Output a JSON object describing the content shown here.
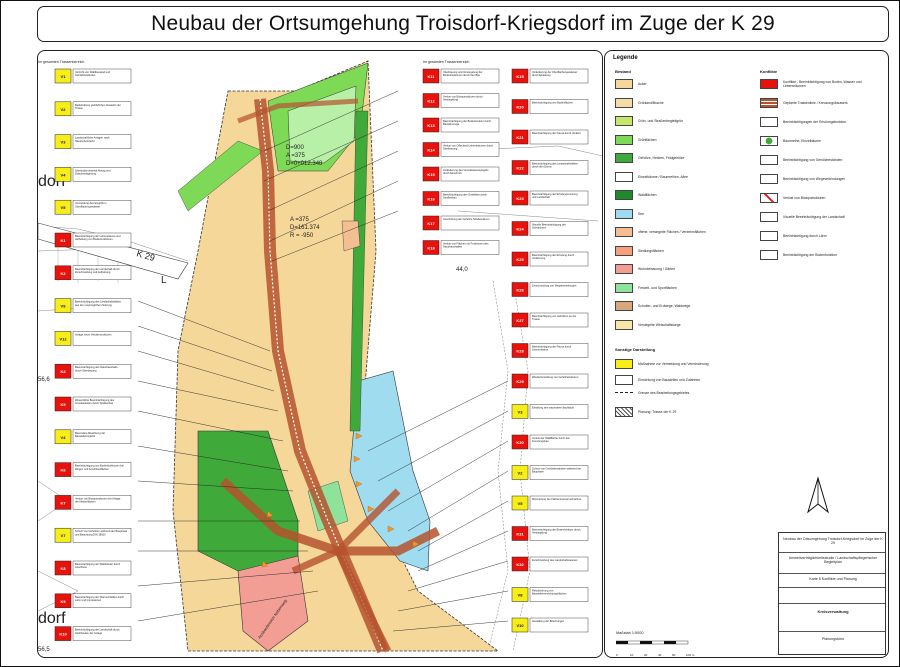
{
  "title": "Neubau der Ortsumgehung Troisdorf-Kriegsdorf im Zuge der K 29",
  "map": {
    "left_column_header": "Im gesamten Trassenbereich",
    "middle_column_header": "Im gesamten Trassenbereich",
    "curve_upper": [
      "D=900",
      "A =375",
      "D=0+012.348"
    ],
    "curve_lower": [
      "A =375",
      "D=161.374",
      "R = -950"
    ],
    "road_k29": "K 29",
    "place_dorf": "dorf",
    "place_left_dorf": "dorf",
    "elev_1": "56,6",
    "elev_2": "56,5",
    "elev_3": "44,0",
    "letter_l": "L",
    "left_boxes": [
      {
        "code": "V1",
        "kind": "v",
        "text": "Verzicht von Waldbestand und Gehölzbeständen"
      },
      {
        "code": "V2",
        "kind": "v",
        "text": "Beibehaltung gehölzlichen Zuwachs der Trasse"
      },
      {
        "code": "V3",
        "kind": "v",
        "text": "Landschaftliche Anlagen nach Naturschutzrecht"
      },
      {
        "code": "V4",
        "kind": "v",
        "text": "Oberbodenmaterial Abtrag und Zwischenlagerung"
      },
      {
        "code": "V5",
        "kind": "v",
        "text": "Vermeidung des Eingriffs in Oberflächengewässer"
      },
      {
        "code": "K1",
        "kind": "k",
        "text": "Beeinträchtigung der Lebensräume und Aufhebung von Bodenfunktionen"
      },
      {
        "code": "K2",
        "kind": "k",
        "text": "Beeinträchtigung der Landschaft durch Zerschneidung und Aufhebung"
      },
      {
        "code": "V9",
        "kind": "v",
        "text": "Beeinträchtigung des Landschaftsbildes aus der ursprünglichen Nutzung"
      },
      {
        "code": "V12",
        "kind": "v",
        "text": "Anlage neuer Heckenstrukturen"
      },
      {
        "code": "K4",
        "kind": "k",
        "text": "Beeinträchtigung des Naturhaushalts durch Überbauung"
      },
      {
        "code": "K5",
        "kind": "k",
        "text": "Wesentliche Beeinträchtigung des Grundwassers durch Straßenbau"
      },
      {
        "code": "V4",
        "kind": "v",
        "text": "Besondere Beachtung der Baustellenlogistik"
      },
      {
        "code": "K6",
        "kind": "k",
        "text": "Beeinträchtigung von Bodenfunktionen bei Wegen und Anschlussflächen"
      },
      {
        "code": "K7",
        "kind": "k",
        "text": "Verlust von Biotopstrukturen bei Anlage der Nebenflächen"
      },
      {
        "code": "V7",
        "kind": "v",
        "text": "Schutz von Gehölzen während der Bauphase und Beachtung DIN 18920"
      },
      {
        "code": "K8",
        "kind": "k",
        "text": "Beeinträchtigung der Waldränder durch Anschluss"
      },
      {
        "code": "K9",
        "kind": "k",
        "text": "Beeinträchtigung der Wohnumfeldes durch Lärm und Immissionen"
      },
      {
        "code": "K10",
        "kind": "k",
        "text": "Beeinträchtigung der Landschaft durch Hochbauten der Anlage"
      }
    ],
    "middle_boxes": [
      {
        "code": "K11",
        "kind": "k",
        "text": "Überbauung und Versiegelung der Bodenfunktionen durch den Bau"
      },
      {
        "code": "K12",
        "kind": "k",
        "text": "Verlust von Biotopstrukturen durch Versiegelung"
      },
      {
        "code": "K13",
        "kind": "k",
        "text": "Beeinträchtigung der Bodenstruktur durch Baufahrzeuge"
      },
      {
        "code": "K14",
        "kind": "k",
        "text": "Verlust von Offenland-Lebensräumen durch Überbauung"
      },
      {
        "code": "K15",
        "kind": "k",
        "text": "Veränderung des Grundwasserspiegels durch Einschnitt"
      },
      {
        "code": "K16",
        "kind": "k",
        "text": "Beeinträchtigung des Ortsbildes durch Straßenbau"
      },
      {
        "code": "K17",
        "kind": "k",
        "text": "Anschüttung der Gehölze Straßendamm"
      },
      {
        "code": "K18",
        "kind": "k",
        "text": "Verlust von Flächen mit Funktionen des Naturhaushaltes"
      }
    ],
    "right_boxes": [
      {
        "code": "K19",
        "kind": "k",
        "text": "Veränderung der Oberflächengewässer durch Einleitung"
      },
      {
        "code": "K20",
        "kind": "k",
        "text": "Beeinträchtigung von Bodenflächen"
      },
      {
        "code": "K21",
        "kind": "k",
        "text": "Beeinträchtigung der Fauna durch Verkehr"
      },
      {
        "code": "K22",
        "kind": "k",
        "text": "Beeinträchtigung des Landschaftsbildes durch den Damm"
      },
      {
        "code": "K23",
        "kind": "k",
        "text": "Beeinträchtigung der Erholungsnutzung und Landschaft"
      },
      {
        "code": "K24",
        "kind": "k",
        "text": "Visuelle Beeinträchtigung der Sichtachsen"
      },
      {
        "code": "K25",
        "kind": "k",
        "text": "Beeinträchtigung der Erholung durch Verlärmung"
      },
      {
        "code": "K26",
        "kind": "k",
        "text": "Zerschneidung von Wegebeziehungen"
      },
      {
        "code": "K27",
        "kind": "k",
        "text": "Beeinträchtigung von Gehölzen an der Trasse"
      },
      {
        "code": "K28",
        "kind": "k",
        "text": "Beeinträchtigung der Fauna durch Lärmemission"
      },
      {
        "code": "K29",
        "kind": "k",
        "text": "Wiederherstellung von Gehölzstrukturen"
      },
      {
        "code": "V3",
        "kind": "v",
        "text": "Erhaltung des naturnahen Bachlaufs"
      },
      {
        "code": "K30",
        "kind": "k",
        "text": "Verlust der Waldfläche durch den Kreuzungsbau"
      },
      {
        "code": "V2",
        "kind": "v",
        "text": "Schutz von Gehölzbeständen während der Bauphase"
      },
      {
        "code": "V5",
        "kind": "v",
        "text": "Minimierung der Flächeninanspruchnahme"
      },
      {
        "code": "K31",
        "kind": "k",
        "text": "Beeinträchtigung der Bodenfunktion durch Versiegelung"
      },
      {
        "code": "K32",
        "kind": "k",
        "text": "Zerschneidung des Landschaftsraumes"
      },
      {
        "code": "V8",
        "kind": "v",
        "text": "Rekultivierung von Baustelleneinrichtungsflächen"
      },
      {
        "code": "V10",
        "kind": "v",
        "text": "Gestaltung der Böschungen"
      }
    ],
    "label_rectangle": "Ausbaubereich Nebenweg"
  },
  "legend": {
    "title": "Legende",
    "section_bestand": "Bestand",
    "section_konflikte": "Konflikte",
    "section_sonstige": "Sonstige Darstellung",
    "bestand_items": [
      {
        "color": "#f6d79a",
        "label": "Acker"
      },
      {
        "color": "#f4dca8",
        "label": "Grünland/Brache"
      },
      {
        "color": "#c4e86a",
        "label": "Grün- und Straßenbegleitgrün"
      },
      {
        "color": "#7ed957",
        "label": "Grünflächen"
      },
      {
        "color": "#3faa3a",
        "label": "Gehölze, Hecken, Feldgehölze"
      },
      {
        "color": "#ffffff",
        "label": "Einzelbäume / Baumreihen, Allee"
      },
      {
        "color": "#1e8a2c",
        "label": "Waldflächen"
      },
      {
        "color": "#9fdcef",
        "label": "See"
      },
      {
        "color": "#f4be93",
        "label": "offene, versiegelte Flächen / Verkehrsflächen"
      },
      {
        "color": "#f7a07e",
        "label": "Siedlungsflächen"
      },
      {
        "color": "#f39e94",
        "label": "Wohnbebauung / Gärten"
      },
      {
        "color": "#8fe29a",
        "label": "Freizeit- und Sportflächen"
      },
      {
        "color": "#d6a87c",
        "label": "Schotter- und Erdwege, Waldwege"
      },
      {
        "color": "#f7e7a4",
        "label": "Versiegelte Wirtschaftswege"
      }
    ],
    "konflikte_items": [
      {
        "label": "Konflikte - Beeinträchtigung von Boden, Wasser und Lebensräumen"
      },
      {
        "label": "Geplante Trassenlinie / Kreuzungsbauwerk"
      },
      {
        "label": "Beeinträchtigungen der Erholungsfunktion"
      },
      {
        "label": "Baumreihe, Einzelbäume"
      },
      {
        "label": "Beeinträchtigung von Gehölzbeständen"
      },
      {
        "label": "Beeinträchtigung von Wegeverbindungen"
      },
      {
        "label": "Verlust von Biotopstrukturen"
      },
      {
        "label": "Visuelle Beeinträchtigung der Landschaft"
      },
      {
        "label": "Beeinträchtigung durch Lärm"
      },
      {
        "label": "Beeinträchtigung der Bodenfunktion"
      }
    ],
    "sonstige_items": [
      {
        "label": "Maßnahme zur Vermeidung und Verminderung"
      },
      {
        "label": "Einrichtung von Baustellen und Zufahrten"
      },
      {
        "label": "Grenze des Bearbeitungsgebietes"
      },
      {
        "label": "Planung: Trasse der K 29"
      }
    ]
  },
  "infobox": {
    "project": "Neubau der Ortsumgehung Troisdorf-Kriegsdorf im Zuge der K 29",
    "subtitle": "Umweltverträglichkeitsstudie / Landschaftspflegerischer Begleitplan",
    "sheet": "Karte 6 Konflikte und Planung",
    "client": "Kreisverwaltung",
    "consultant": "Planungsbüro"
  },
  "scale": {
    "label": "Maßstab 1:5000",
    "ticks": [
      "0",
      "10",
      "20",
      "40",
      "60",
      "100 m"
    ]
  },
  "north": "N",
  "colors": {
    "field": "#f6d79a",
    "green": "#7ed957",
    "light_green": "#b8f0a8",
    "forest": "#3faa3a",
    "lake": "#9fdcef",
    "pink": "#f39e94",
    "road": "#b5532e",
    "red_box": "#e8120c",
    "yellow_box": "#f7ee19"
  }
}
